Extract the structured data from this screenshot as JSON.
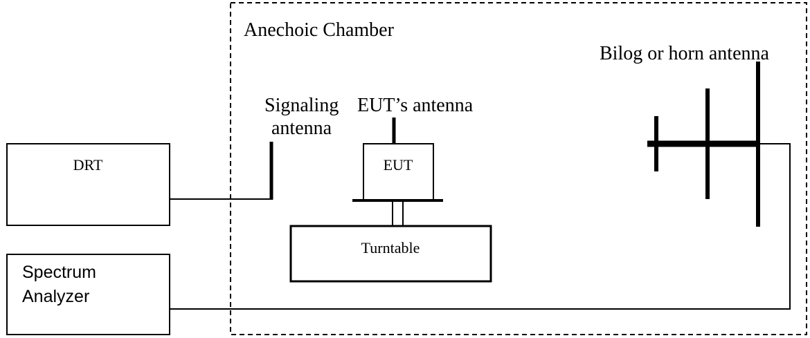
{
  "diagram": {
    "chamber_label": "Anechoic Chamber",
    "drt_label": "DRT",
    "analyzer_label_line1": "Spectrum",
    "analyzer_label_line2": "Analyzer",
    "signaling_label_line1": "Signaling",
    "signaling_label_line2": "antenna",
    "eut_antenna_label": "EUT’s antenna",
    "eut_label": "EUT",
    "turntable_label": "Turntable",
    "bilog_label": "Bilog or horn antenna"
  }
}
